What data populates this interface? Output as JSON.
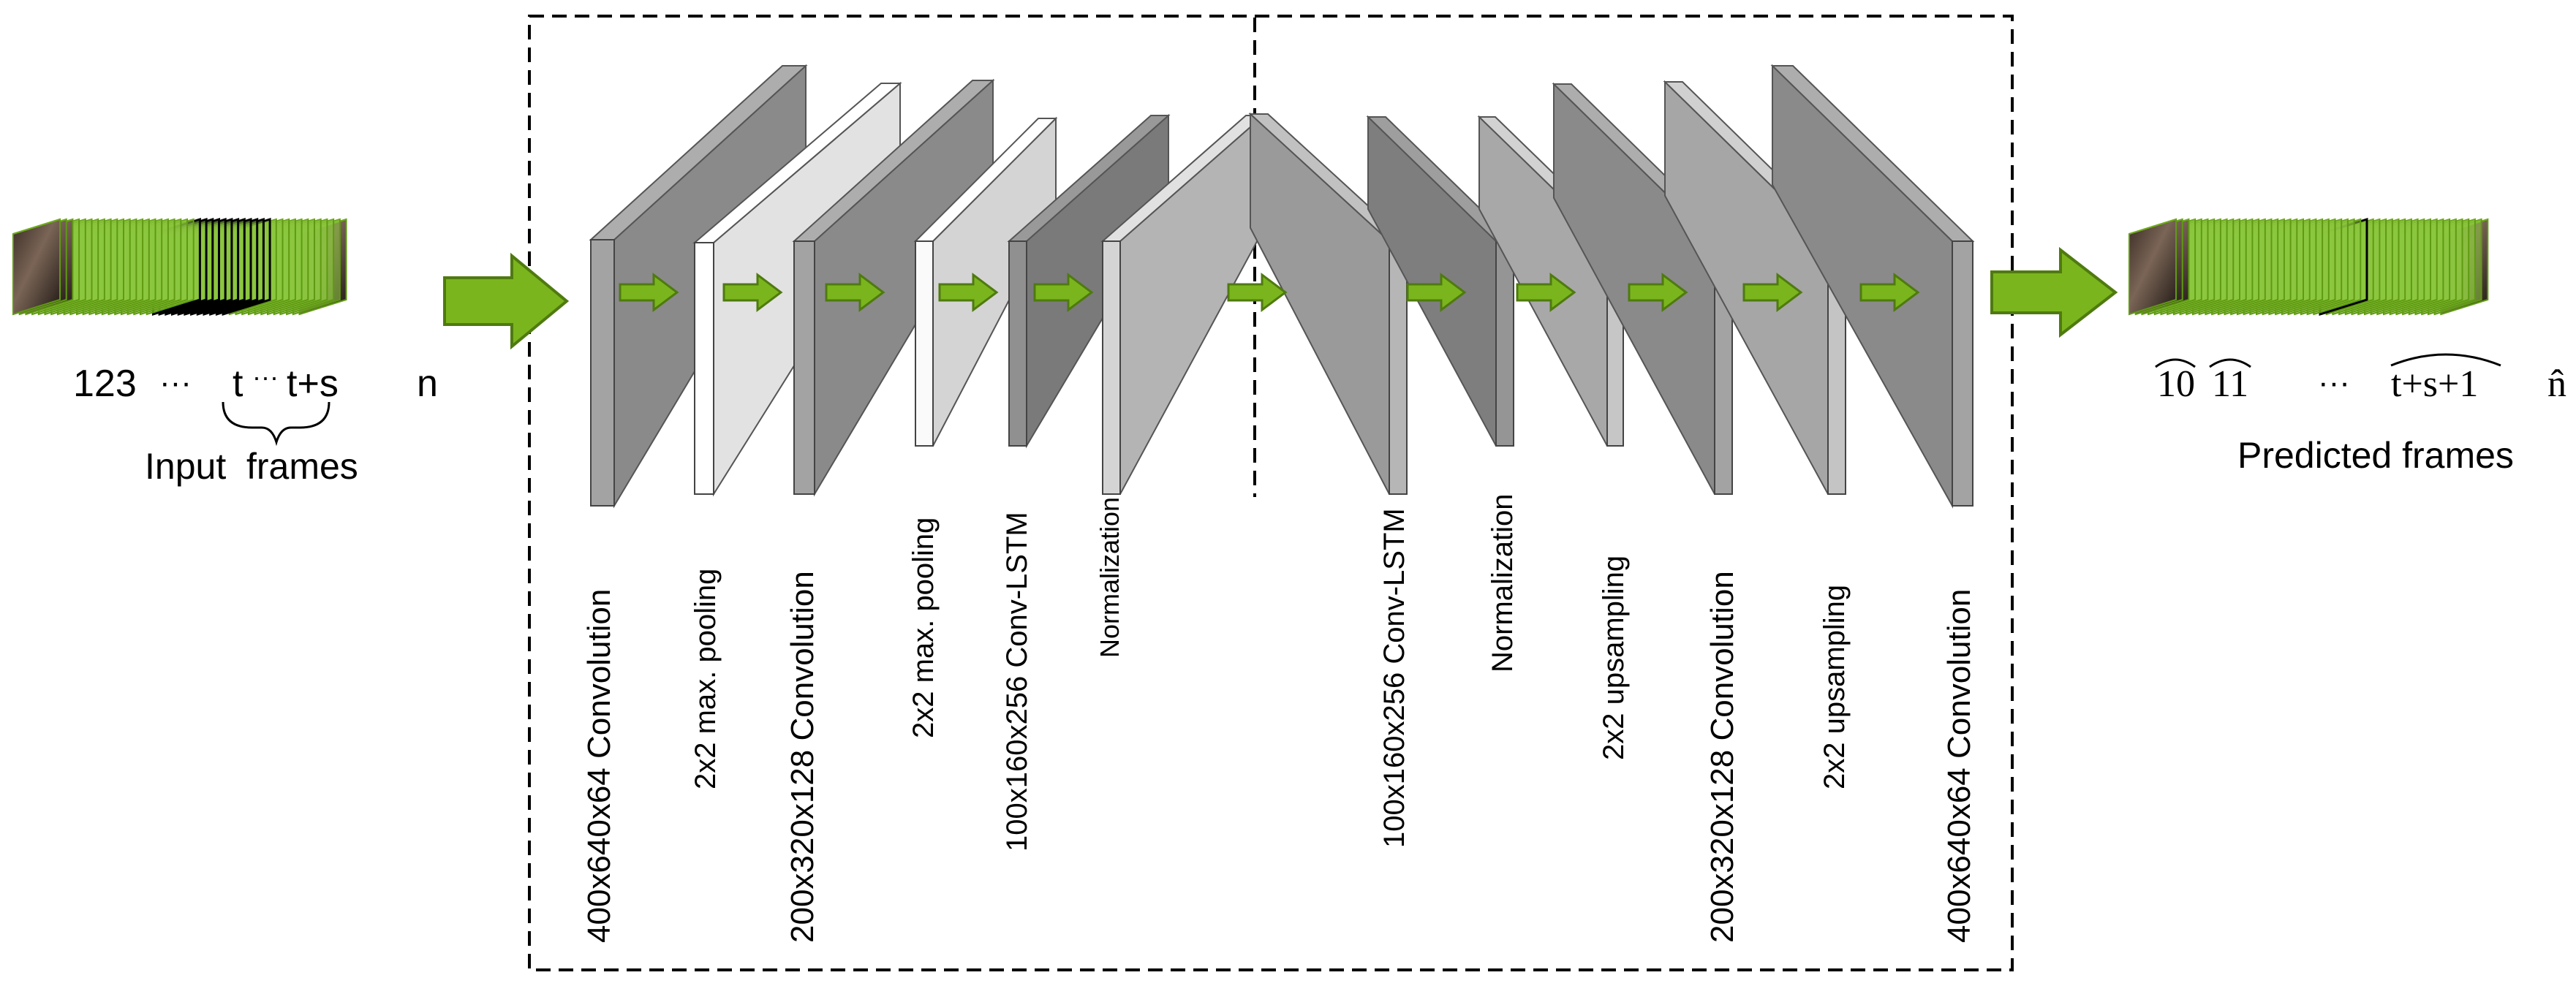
{
  "input": {
    "indices": {
      "a": "123",
      "dots": "···",
      "t": "t",
      "mid_dots": "···",
      "ts": "t+s",
      "n": "n"
    },
    "caption": "Input  frames"
  },
  "output": {
    "indices": {
      "i10": "10",
      "i11": "11",
      "dots": "···",
      "tsp1": "t+s+1",
      "nhat": "n̂"
    },
    "caption": "Predicted frames"
  },
  "layers": [
    {
      "label": "400x640x64 Convolution",
      "shade": "#8a8a8a"
    },
    {
      "label": "2x2 max. pooling",
      "shade": "#e2e2e2"
    },
    {
      "label": "200x320x128 Convolution",
      "shade": "#8a8a8a"
    },
    {
      "label": "2x2 max. pooling",
      "shade": "#d4d4d4"
    },
    {
      "label": "100x160x256 Conv-LSTM",
      "shade": "#7a7a7a"
    },
    {
      "label": "Normalization",
      "shade": "#b4b4b4"
    },
    {
      "label": "100x160x256 Conv-LSTM",
      "shade": "#9a9a9a"
    },
    {
      "label": "Normalization",
      "shade": "#7e7e7e"
    },
    {
      "label": "2x2 upsampling",
      "shade": "#a8a8a8"
    },
    {
      "label": "200x320x128 Convolution",
      "shade": "#8a8a8a"
    },
    {
      "label": "2x2 upsampling",
      "shade": "#a6a6a6"
    },
    {
      "label": "400x640x64 Convolution",
      "shade": "#8a8a8a"
    }
  ],
  "colors": {
    "arrow": "#7ab51d",
    "arrow_stroke": "#4f7a10",
    "frame_green": "#8dc63f",
    "border": "#000000"
  }
}
